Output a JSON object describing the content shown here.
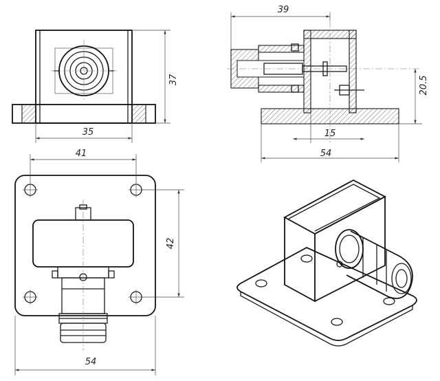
{
  "dimensions": {
    "front_height": "37",
    "front_width": "35",
    "section_length": "39",
    "section_center_height": "20.5",
    "section_inner": "15",
    "section_total": "54",
    "plan_hole_spacing_x": "41",
    "plan_hole_spacing_y": "42",
    "plan_width": "54"
  }
}
